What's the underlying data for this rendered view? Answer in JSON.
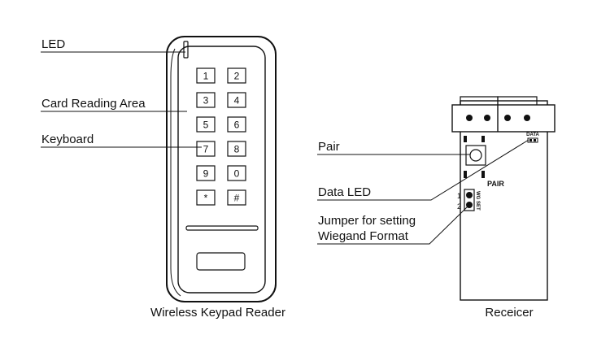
{
  "labels": {
    "led": "LED",
    "card_reading_area": "Card Reading Area",
    "keyboard": "Keyboard",
    "pair": "Pair",
    "data_led": "Data LED",
    "jumper_line1": "Jumper for setting",
    "jumper_line2": "Wiegand Format"
  },
  "captions": {
    "keypad_reader": "Wireless Keypad Reader",
    "receiver": "Receicer"
  },
  "keypad": {
    "keys": [
      "1",
      "2",
      "3",
      "4",
      "5",
      "6",
      "7",
      "8",
      "9",
      "0",
      "*",
      "#"
    ]
  },
  "receiver_board": {
    "data_text": "DATA",
    "pair_text": "PAIR",
    "wg_set_text": "WG SET",
    "pin1": "1",
    "pin2": "2"
  }
}
